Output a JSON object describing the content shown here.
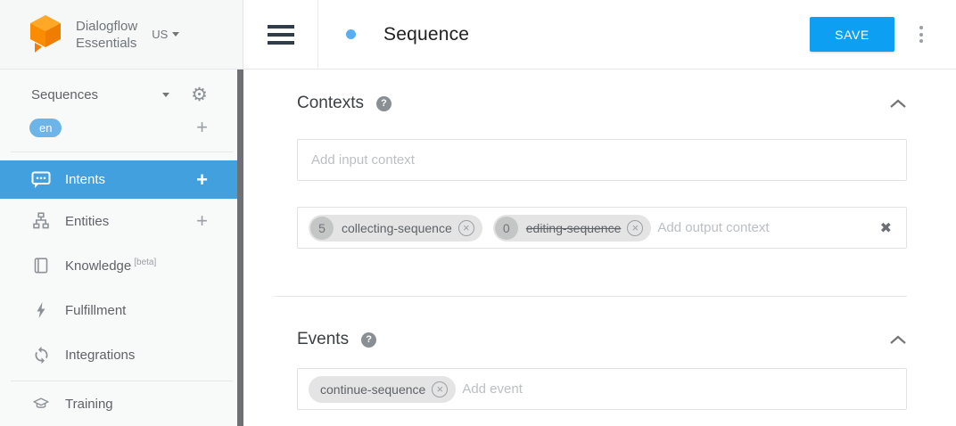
{
  "brand": {
    "line1": "Dialogflow",
    "line2": "Essentials",
    "region": "US"
  },
  "header": {
    "title": "Sequence",
    "save": "SAVE"
  },
  "sidebar": {
    "agent_name": "Sequences",
    "language": "en",
    "items": {
      "intents": "Intents",
      "entities": "Entities",
      "knowledge": "Knowledge",
      "knowledge_badge": "[beta]",
      "fulfillment": "Fulfillment",
      "integrations": "Integrations",
      "training": "Training"
    }
  },
  "contexts": {
    "title": "Contexts",
    "input_placeholder": "Add input context",
    "output_placeholder": "Add output context",
    "output_chips": [
      {
        "lifespan": "5",
        "name": "collecting-sequence"
      },
      {
        "lifespan": "0",
        "name": "editing-sequence"
      }
    ]
  },
  "events": {
    "title": "Events",
    "placeholder": "Add event",
    "chips": [
      {
        "name": "continue-sequence"
      }
    ]
  },
  "colors": {
    "accent_blue": "#0da0f2",
    "active_item_blue": "#42a0df",
    "language_pill_blue": "#6db4e8",
    "logo_orange": "#f98200",
    "title_dot_blue": "#57aef2"
  }
}
